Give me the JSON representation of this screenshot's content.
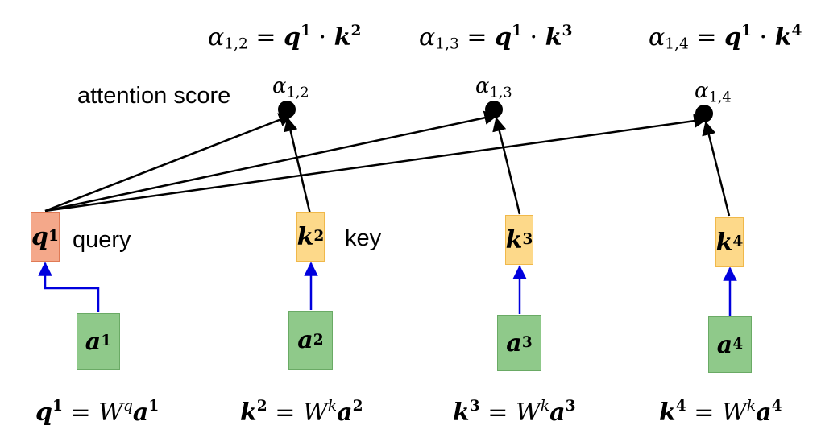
{
  "diagram": {
    "score_label": "attention score",
    "query_label": "query",
    "key_label": "key",
    "score_symbol": "α",
    "score_formulas": [
      {
        "score_sub": "1,2",
        "query_var": "q",
        "query_sup": "1",
        "op": "·",
        "key_var": "k",
        "key_sup": "2"
      },
      {
        "score_sub": "1,3",
        "query_var": "q",
        "query_sup": "1",
        "op": "·",
        "key_var": "k",
        "key_sup": "3"
      },
      {
        "score_sub": "1,4",
        "query_var": "q",
        "query_sup": "1",
        "op": "·",
        "key_var": "k",
        "key_sup": "4"
      }
    ],
    "score_nodes": [
      {
        "sub": "1,2"
      },
      {
        "sub": "1,3"
      },
      {
        "sub": "1,4"
      }
    ],
    "vector_boxes": [
      {
        "var": "q",
        "sup": "1",
        "kind": "query"
      },
      {
        "var": "k",
        "sup": "2",
        "kind": "key"
      },
      {
        "var": "k",
        "sup": "3",
        "kind": "key"
      },
      {
        "var": "k",
        "sup": "4",
        "kind": "key"
      }
    ],
    "input_boxes": [
      {
        "var": "a",
        "sup": "1"
      },
      {
        "var": "a",
        "sup": "2"
      },
      {
        "var": "a",
        "sup": "3"
      },
      {
        "var": "a",
        "sup": "4"
      }
    ],
    "projection_formulas": [
      {
        "out_var": "q",
        "out_sup": "1",
        "eq": "=",
        "matrix": "W",
        "matrix_sup": "q",
        "in_var": "a",
        "in_sup": "1"
      },
      {
        "out_var": "k",
        "out_sup": "2",
        "eq": "=",
        "matrix": "W",
        "matrix_sup": "k",
        "in_var": "a",
        "in_sup": "2"
      },
      {
        "out_var": "k",
        "out_sup": "3",
        "eq": "=",
        "matrix": "W",
        "matrix_sup": "k",
        "in_var": "a",
        "in_sup": "3"
      },
      {
        "out_var": "k",
        "out_sup": "4",
        "eq": "=",
        "matrix": "W",
        "matrix_sup": "k",
        "in_var": "a",
        "in_sup": "4"
      }
    ],
    "colors": {
      "query_fill": "#f4a88a",
      "key_fill": "#fdd98a",
      "input_fill": "#8fc98a",
      "projection_arrow": "#0000dd",
      "score_arrow": "#000000"
    }
  }
}
